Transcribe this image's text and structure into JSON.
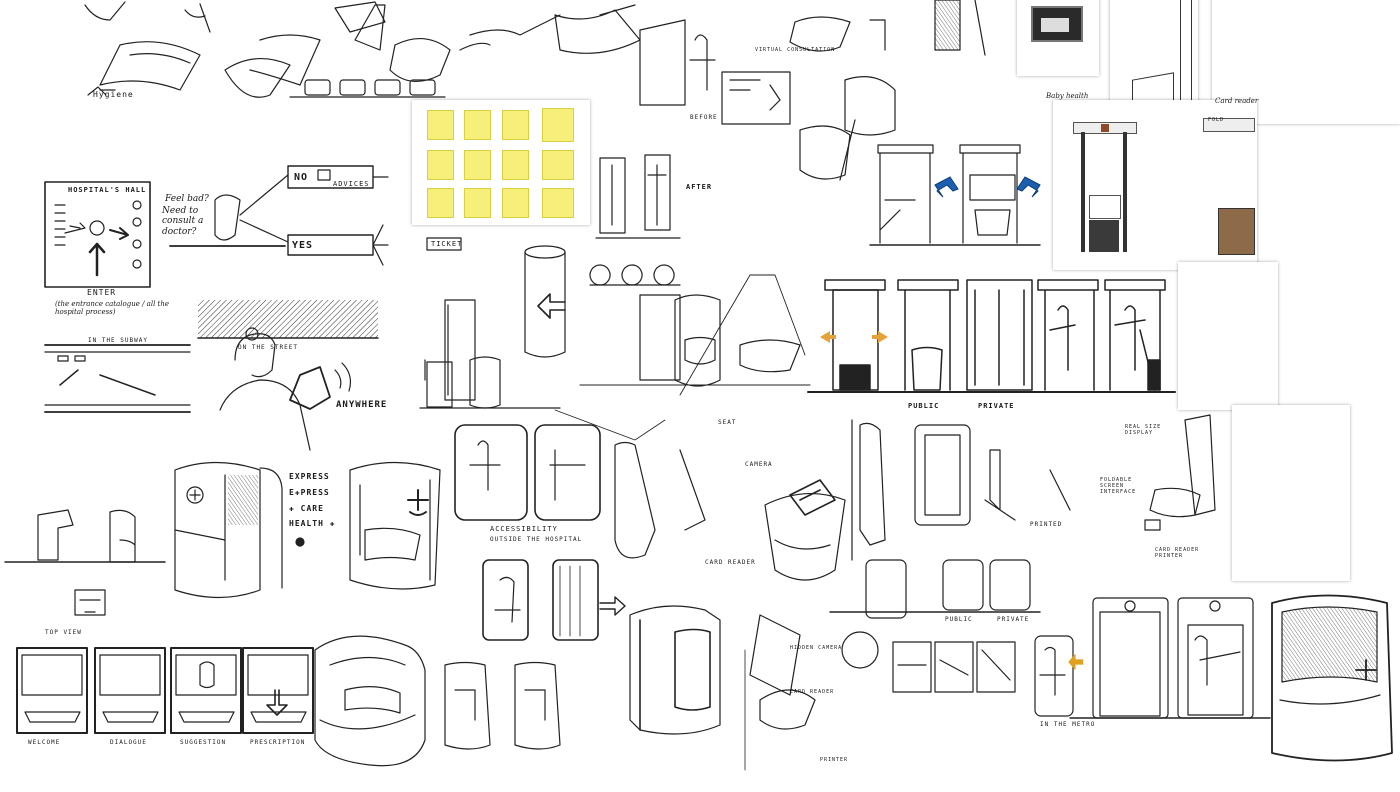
{
  "labels": {
    "hygiene": "Hygiene",
    "hospital_hall": "HOSPITAL'S HALL",
    "enter": "ENTER",
    "enter_note": "(the entrance catalogue / all the hospital process)",
    "feel_bad": "Feel bad?",
    "need_doctor": "Need to consult a doctor?",
    "no": "NO",
    "yes": "YES",
    "advices": "ADVICES",
    "ticket": "TICKET",
    "in_the_subway": "IN THE SUBWAY",
    "on_the_street": "ON THE STREET",
    "anywhere": "ANYWHERE",
    "express": "EXPRESS",
    "express2": "E✚PRESS",
    "care": "✚ CARE",
    "health": "HEALTH ✚",
    "public": "PUBLIC",
    "private": "PRIVATE",
    "public2": "PUBLIC",
    "private2": "PRIVATE",
    "seat": "SEAT",
    "camera": "CAMERA",
    "card_reader": "CARD READER",
    "accessibility": "ACCESSIBILITY",
    "outside_hospital": "OUTSIDE THE HOSPITAL",
    "top_view": "TOP VIEW",
    "welcome": "WELCOME",
    "dialogue": "DIALOGUE",
    "suggestion": "SUGGESTION",
    "prescription": "PRESCRIPTION",
    "printed": "PRINTED",
    "card_reader_printer": "CARD READER PRINTER",
    "hidden_camera": "HIDDEN CAMERA",
    "card_reader2": "CARD READER",
    "printer": "PRINTER",
    "in_the_metro": "IN THE METRO",
    "baby_health": "Baby health",
    "card_reader3": "Card reader",
    "fold": "FOLD",
    "after": "AFTER",
    "before": "BEFORE",
    "foldable_screen": "FOLDABLE SCREEN INTERFACE",
    "real_size_display": "REAL SIZE DISPLAY",
    "surveillance": "VIRTUAL CONSULTATION"
  }
}
